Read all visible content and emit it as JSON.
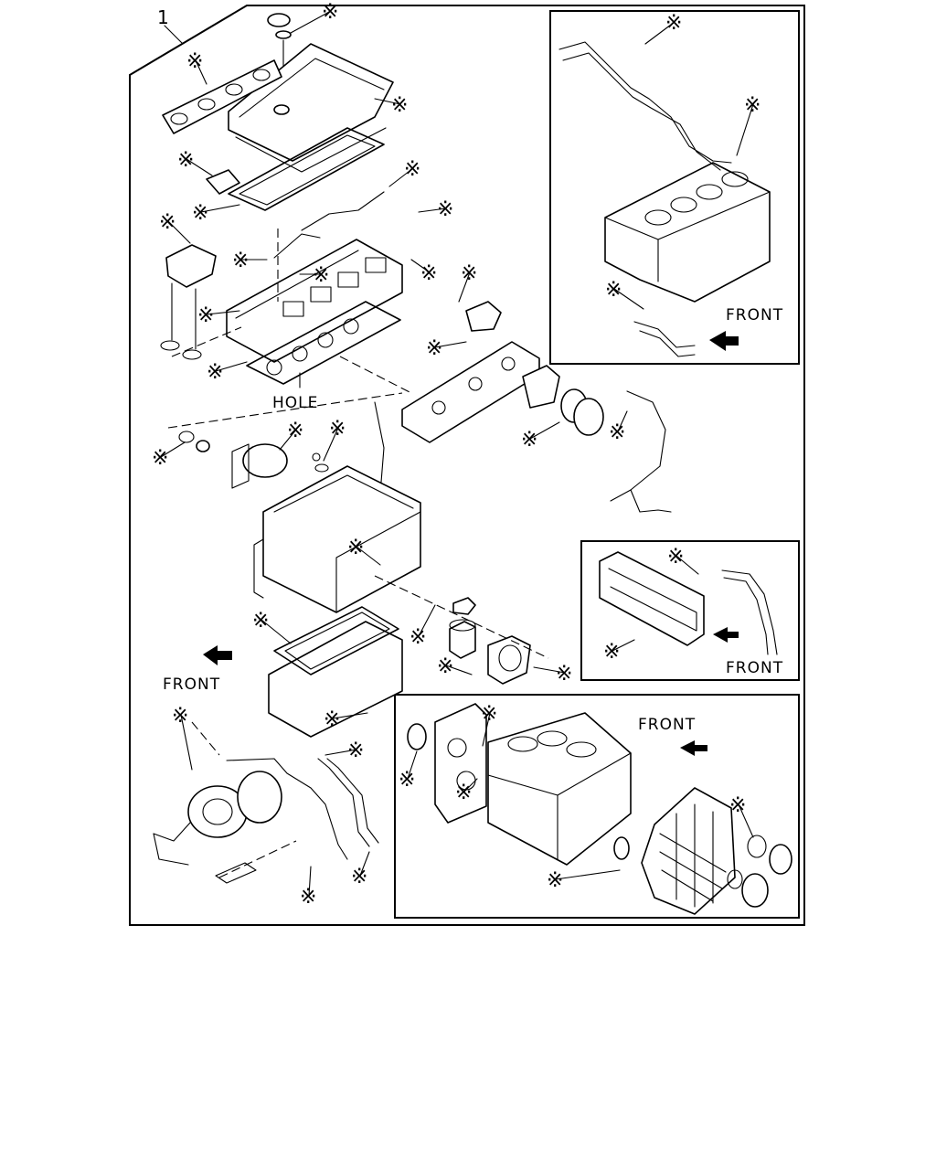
{
  "diagram": {
    "callout_number": "1",
    "kit_marker": "※",
    "labels": {
      "hole": "HOLE",
      "front": "FRONT"
    }
  }
}
